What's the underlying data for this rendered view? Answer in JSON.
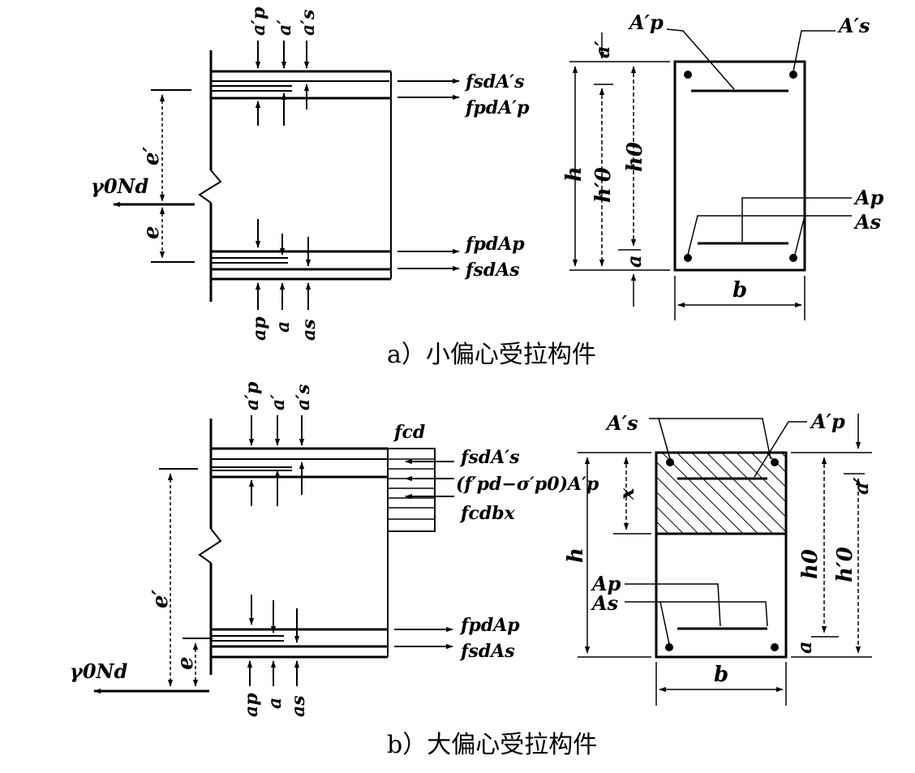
{
  "captions": {
    "a": "a）小偏心受拉构件",
    "b": "b）大偏心受拉构件"
  },
  "panel_a": {
    "top_dims": [
      "a′p",
      "a′",
      "a′s"
    ],
    "bottom_dims": [
      "ap",
      "a",
      "as"
    ],
    "forces": [
      "fsdA′s",
      "fpdA′p",
      "fpdAp",
      "fsdAs"
    ],
    "load": "γ0Nd",
    "ecc_top": "e′",
    "ecc_bottom": "e",
    "section_labels": {
      "Ap_top": "A′p",
      "As_top": "A′s",
      "Ap_bot": "Ap",
      "As_bot": "As",
      "a_top": "a′",
      "h": "h",
      "h0p": "h′0",
      "h0": "h0",
      "a_bot": "a",
      "b": "b"
    }
  },
  "panel_b": {
    "top_dims": [
      "a′p",
      "a′",
      "a′s"
    ],
    "bottom_dims": [
      "ap",
      "a",
      "as"
    ],
    "stress_block": "fcd",
    "forces": [
      "fsdA′s",
      "(f′pd−σ′p0)A′p",
      "fcdbx",
      "fpdAp",
      "fsdAs"
    ],
    "load": "γ0Nd",
    "ecc_top": "e′",
    "ecc_bottom": "e",
    "section_labels": {
      "As_top": "A′s",
      "Ap_top": "A′p",
      "Ap_bot": "Ap",
      "As_bot": "As",
      "x": "x",
      "h": "h",
      "h0": "h0",
      "h0p": "h′0",
      "a_top": "a′",
      "a_bot": "a",
      "b": "b"
    }
  }
}
